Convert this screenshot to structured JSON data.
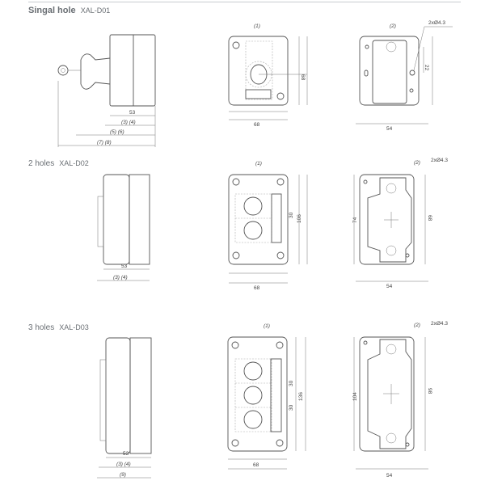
{
  "sections": [
    {
      "name": "Singal hole",
      "code": "XAL-D01",
      "side_dims": [
        "53",
        "(3) (4)",
        "(5) (6)",
        "(7) (8)"
      ],
      "front": {
        "callout": "(1)",
        "width": "68",
        "height": "68",
        "eq": "="
      },
      "back": {
        "callout": "(2)",
        "holes": "2xØ4.3",
        "offset": "22",
        "spacing": "54"
      }
    },
    {
      "name": "2 holes",
      "code": "XAL-D02",
      "side_dims": [
        "53",
        "(3) (4)"
      ],
      "front": {
        "callout": "(1)",
        "width": "68",
        "height": "106",
        "pitch": "30"
      },
      "back": {
        "callout": "(2)",
        "holes": "2xØ4.3",
        "inner": "74",
        "outer": "68",
        "spacing": "54"
      }
    },
    {
      "name": "3 holes",
      "code": "XAL-D03",
      "side_dims": [
        "53",
        "(3) (4)",
        "(9)"
      ],
      "front": {
        "callout": "(1)",
        "width": "68",
        "height": "136",
        "pitch": "30"
      },
      "back": {
        "callout": "(2)",
        "holes": "2xØ4.3",
        "inner": "104",
        "outer": "98",
        "spacing": "54"
      }
    }
  ]
}
